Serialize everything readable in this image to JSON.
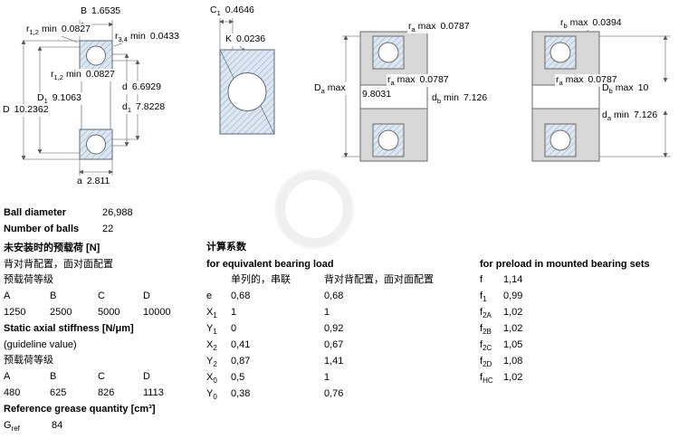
{
  "figures": {
    "fig1": {
      "labels": {
        "B": {
          "sym": "B",
          "sub": "",
          "sfx": "",
          "val": "1.6535"
        },
        "r12a": {
          "sym": "r",
          "sub": "1,2",
          "sfx": "min",
          "val": "0.0827"
        },
        "r34": {
          "sym": "r",
          "sub": "3,4",
          "sfx": "min",
          "val": "0.0433"
        },
        "r12b": {
          "sym": "r",
          "sub": "1,2",
          "sfx": "min",
          "val": "0.0827"
        },
        "d": {
          "sym": "d",
          "sub": "",
          "sfx": "",
          "val": "6.6929"
        },
        "D1": {
          "sym": "D",
          "sub": "1",
          "sfx": "",
          "val": "9.1063"
        },
        "d1": {
          "sym": "d",
          "sub": "1",
          "sfx": "",
          "val": "7.8228"
        },
        "D": {
          "sym": "D",
          "sub": "",
          "sfx": "",
          "val": "10.2362"
        },
        "a": {
          "sym": "a",
          "sub": "",
          "sfx": "",
          "val": "2.811"
        }
      }
    },
    "fig2": {
      "labels": {
        "C1": {
          "sym": "C",
          "sub": "1",
          "sfx": "",
          "val": "0.4646"
        },
        "K": {
          "sym": "K",
          "sub": "",
          "sfx": "",
          "val": "0.0236"
        }
      }
    },
    "fig3": {
      "labels": {
        "ra_top": {
          "sym": "r",
          "sub": "a",
          "sfx": "max",
          "val": "0.0787"
        },
        "Da": {
          "sym": "D",
          "sub": "a",
          "sfx": "max",
          "val": "9.8031"
        },
        "ra_mid": {
          "sym": "r",
          "sub": "a",
          "sfx": "max",
          "val": "0.0787"
        },
        "db": {
          "sym": "d",
          "sub": "b",
          "sfx": "min",
          "val": "7.126"
        }
      }
    },
    "fig4": {
      "labels": {
        "rb_top": {
          "sym": "r",
          "sub": "b",
          "sfx": "max",
          "val": "0.0394"
        },
        "ra_mid": {
          "sym": "r",
          "sub": "a",
          "sfx": "max",
          "val": "0.0787"
        },
        "Db": {
          "sym": "D",
          "sub": "b",
          "sfx": "max",
          "val": "10"
        },
        "da": {
          "sym": "d",
          "sub": "a",
          "sfx": "min",
          "val": "7.126"
        }
      }
    }
  },
  "specs": {
    "ball_diameter": {
      "label": "Ball diameter",
      "value": "26,988"
    },
    "number_of_balls": {
      "label": "Number of balls",
      "value": "22"
    },
    "preload": {
      "title": "未安装时的预载荷 [N]",
      "subtitle": "背对背配置，面对面配置",
      "class_label": "预载荷等级",
      "headers": [
        "A",
        "B",
        "C",
        "D"
      ],
      "values": [
        "1250",
        "2500",
        "5000",
        "10000"
      ]
    },
    "stiffness": {
      "title": "Static axial stiffness [N/μm]",
      "subtitle": "(guideline value)",
      "class_label": "预载荷等级",
      "headers": [
        "A",
        "B",
        "C",
        "D"
      ],
      "values": [
        "480",
        "625",
        "826",
        "1113"
      ]
    },
    "grease": {
      "title": "Reference grease quantity [cm³]",
      "sym": "G",
      "sub": "ref",
      "value": "84"
    }
  },
  "calc": {
    "title": "计算系数",
    "subtitle": "for equivalent bearing load",
    "col1_header": "单列的，串联",
    "col2_header": "背对背配置，面对面配置",
    "rows": [
      {
        "sym": "e",
        "sub": "",
        "v1": "0,68",
        "v2": "0,68"
      },
      {
        "sym": "X",
        "sub": "1",
        "v1": "1",
        "v2": "1"
      },
      {
        "sym": "Y",
        "sub": "1",
        "v1": "0",
        "v2": "0,92"
      },
      {
        "sym": "X",
        "sub": "2",
        "v1": "0,41",
        "v2": "0,67"
      },
      {
        "sym": "Y",
        "sub": "2",
        "v1": "0,87",
        "v2": "1,41"
      },
      {
        "sym": "X",
        "sub": "0",
        "v1": "0,5",
        "v2": "1"
      },
      {
        "sym": "Y",
        "sub": "0",
        "v1": "0,38",
        "v2": "0,76"
      }
    ]
  },
  "preload_factors": {
    "title": "for preload in mounted bearing sets",
    "rows": [
      {
        "sym": "f",
        "sub": "",
        "value": "1,14"
      },
      {
        "sym": "f",
        "sub": "1",
        "value": "0,99"
      },
      {
        "sym": "f",
        "sub": "2A",
        "value": "1,02"
      },
      {
        "sym": "f",
        "sub": "2B",
        "value": "1,02"
      },
      {
        "sym": "f",
        "sub": "2C",
        "value": "1,05"
      },
      {
        "sym": "f",
        "sub": "2D",
        "value": "1,08"
      },
      {
        "sym": "f",
        "sub": "HC",
        "value": "1,02"
      }
    ]
  }
}
